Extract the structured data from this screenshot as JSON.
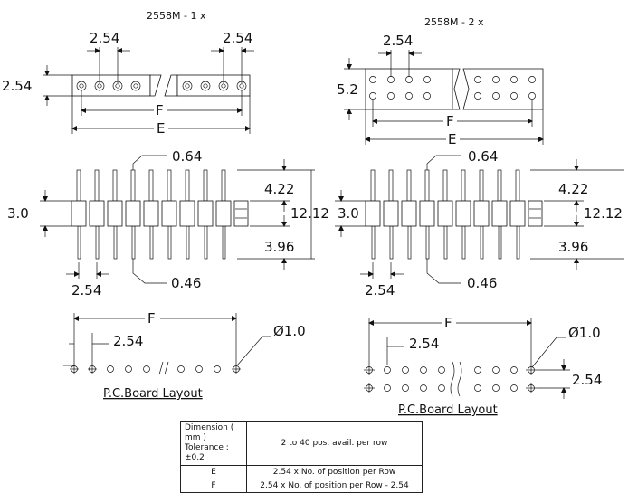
{
  "titles": {
    "single_row": "2558M - 1 x",
    "double_row": "2558M - 2 x"
  },
  "dims": {
    "pitch": "2.54",
    "row_spacing": "5.2",
    "F": "F",
    "E": "E",
    "pin_width_top": "0.64",
    "pin_width_bottom": "0.46",
    "body_height": "3.0",
    "upper_pin": "4.22",
    "total_length": "12.12",
    "lower_pin": "3.96",
    "hole_dia": "Ø1.0"
  },
  "layout_label": "P.C.Board Layout",
  "spec_table": {
    "header_line1": "Dimension ( mm )",
    "header_line2": "Tolerance : ±0.2",
    "header_value": "2 to 40 pos. avail. per row",
    "rows": [
      {
        "key": "E",
        "value": "2.54 x No. of position per Row"
      },
      {
        "key": "F",
        "value": "2.54 x No. of position per Row - 2.54"
      }
    ]
  }
}
